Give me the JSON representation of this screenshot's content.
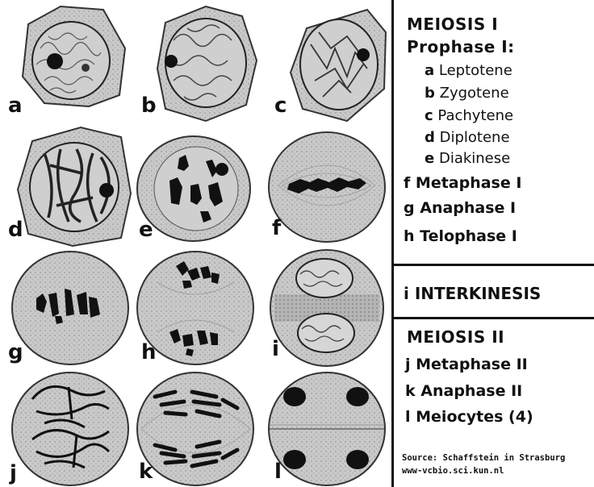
{
  "cells": [
    {
      "letter": "a"
    },
    {
      "letter": "b"
    },
    {
      "letter": "c"
    },
    {
      "letter": "d"
    },
    {
      "letter": "e"
    },
    {
      "letter": "f"
    },
    {
      "letter": "g"
    },
    {
      "letter": "h"
    },
    {
      "letter": "i"
    },
    {
      "letter": "j"
    },
    {
      "letter": "k"
    },
    {
      "letter": "l"
    }
  ],
  "legend": {
    "meiosis1": {
      "heading": "MEIOSIS I",
      "prophase": "Prophase I:",
      "substages": [
        {
          "letter": "a",
          "name": "Leptotene"
        },
        {
          "letter": "b",
          "name": "Zygotene"
        },
        {
          "letter": "c",
          "name": "Pachytene"
        },
        {
          "letter": "d",
          "name": "Diplotene"
        },
        {
          "letter": "e",
          "name": "Diakinese"
        }
      ],
      "stages": [
        {
          "letter": "f",
          "name": "Metaphase I"
        },
        {
          "letter": "g",
          "name": "Anaphase I"
        },
        {
          "letter": "h",
          "name": "Telophase I"
        }
      ]
    },
    "interkinesis": {
      "letter": "i",
      "name": "INTERKINESIS"
    },
    "meiosis2": {
      "heading": "MEIOSIS II",
      "stages": [
        {
          "letter": "j",
          "name": "Metaphase II"
        },
        {
          "letter": "k",
          "name": "Anaphase II"
        },
        {
          "letter": "l",
          "name": "Meiocytes (4)"
        }
      ]
    },
    "source": {
      "line1": "Source: Schaffstein in Strasburg",
      "line2": "www-vcbio.sci.kun.nl"
    }
  }
}
